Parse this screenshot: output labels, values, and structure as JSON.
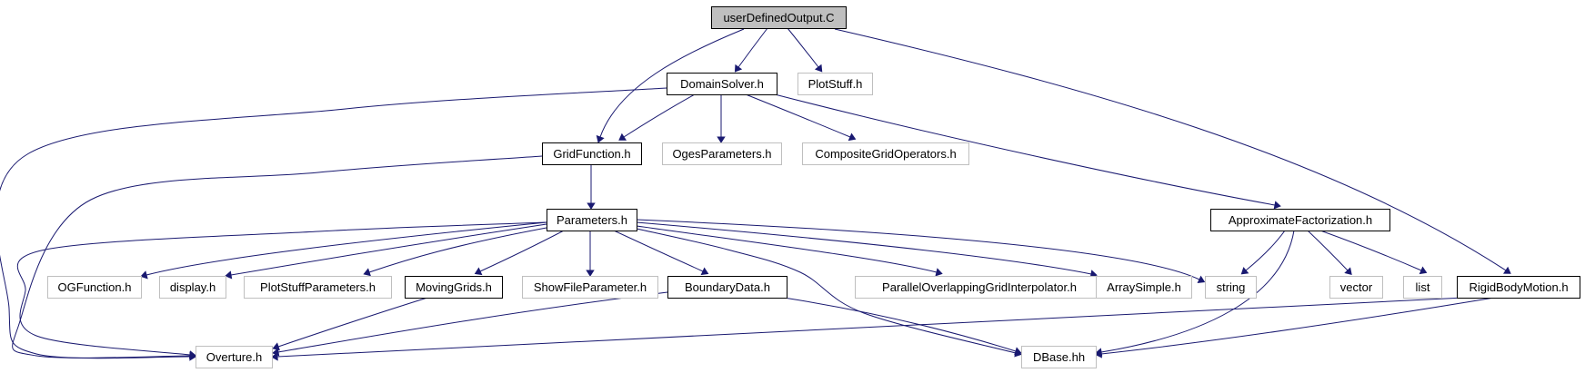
{
  "diagram": {
    "nodes": [
      {
        "id": "userDefinedOutput",
        "label": "userDefinedOutput.C",
        "style": "root"
      },
      {
        "id": "DomainSolver",
        "label": "DomainSolver.h",
        "style": "doc"
      },
      {
        "id": "PlotStuff",
        "label": "PlotStuff.h",
        "style": "ext"
      },
      {
        "id": "GridFunction",
        "label": "GridFunction.h",
        "style": "doc"
      },
      {
        "id": "OgesParameters",
        "label": "OgesParameters.h",
        "style": "ext"
      },
      {
        "id": "CompositeGridOperators",
        "label": "CompositeGridOperators.h",
        "style": "ext"
      },
      {
        "id": "Parameters",
        "label": "Parameters.h",
        "style": "doc"
      },
      {
        "id": "ApproximateFactorization",
        "label": "ApproximateFactorization.h",
        "style": "doc"
      },
      {
        "id": "OGFunction",
        "label": "OGFunction.h",
        "style": "ext"
      },
      {
        "id": "display",
        "label": "display.h",
        "style": "ext"
      },
      {
        "id": "PlotStuffParameters",
        "label": "PlotStuffParameters.h",
        "style": "ext"
      },
      {
        "id": "MovingGrids",
        "label": "MovingGrids.h",
        "style": "doc"
      },
      {
        "id": "ShowFileParameter",
        "label": "ShowFileParameter.h",
        "style": "ext"
      },
      {
        "id": "BoundaryData",
        "label": "BoundaryData.h",
        "style": "doc"
      },
      {
        "id": "ParallelOverlappingGridInterpolator",
        "label": "ParallelOverlappingGridInterpolator.h",
        "style": "ext"
      },
      {
        "id": "ArraySimple",
        "label": "ArraySimple.h",
        "style": "ext"
      },
      {
        "id": "string",
        "label": "string",
        "style": "ext"
      },
      {
        "id": "vector",
        "label": "vector",
        "style": "ext"
      },
      {
        "id": "list",
        "label": "list",
        "style": "ext"
      },
      {
        "id": "RigidBodyMotion",
        "label": "RigidBodyMotion.h",
        "style": "doc"
      },
      {
        "id": "Overture",
        "label": "Overture.h",
        "style": "ext"
      },
      {
        "id": "DBase",
        "label": "DBase.hh",
        "style": "ext"
      }
    ],
    "edges": [
      {
        "from": "userDefinedOutput",
        "to": "DomainSolver"
      },
      {
        "from": "userDefinedOutput",
        "to": "PlotStuff"
      },
      {
        "from": "userDefinedOutput",
        "to": "GridFunction"
      },
      {
        "from": "userDefinedOutput",
        "to": "RigidBodyMotion"
      },
      {
        "from": "DomainSolver",
        "to": "GridFunction"
      },
      {
        "from": "DomainSolver",
        "to": "OgesParameters"
      },
      {
        "from": "DomainSolver",
        "to": "CompositeGridOperators"
      },
      {
        "from": "DomainSolver",
        "to": "ApproximateFactorization"
      },
      {
        "from": "DomainSolver",
        "to": "Overture"
      },
      {
        "from": "GridFunction",
        "to": "Parameters"
      },
      {
        "from": "GridFunction",
        "to": "Overture"
      },
      {
        "from": "Parameters",
        "to": "Overture"
      },
      {
        "from": "Parameters",
        "to": "OGFunction"
      },
      {
        "from": "Parameters",
        "to": "display"
      },
      {
        "from": "Parameters",
        "to": "PlotStuffParameters"
      },
      {
        "from": "Parameters",
        "to": "MovingGrids"
      },
      {
        "from": "Parameters",
        "to": "ShowFileParameter"
      },
      {
        "from": "Parameters",
        "to": "BoundaryData"
      },
      {
        "from": "Parameters",
        "to": "ParallelOverlappingGridInterpolator"
      },
      {
        "from": "Parameters",
        "to": "ArraySimple"
      },
      {
        "from": "Parameters",
        "to": "string"
      },
      {
        "from": "Parameters",
        "to": "DBase"
      },
      {
        "from": "MovingGrids",
        "to": "Overture"
      },
      {
        "from": "BoundaryData",
        "to": "Overture"
      },
      {
        "from": "BoundaryData",
        "to": "DBase"
      },
      {
        "from": "ApproximateFactorization",
        "to": "string"
      },
      {
        "from": "ApproximateFactorization",
        "to": "vector"
      },
      {
        "from": "ApproximateFactorization",
        "to": "list"
      },
      {
        "from": "ApproximateFactorization",
        "to": "DBase"
      },
      {
        "from": "RigidBodyMotion",
        "to": "Overture"
      },
      {
        "from": "RigidBodyMotion",
        "to": "DBase"
      }
    ],
    "colors": {
      "edge": "#191970",
      "root_fill": "#bfbfbf",
      "doc_border": "#000000",
      "ext_border": "#bfbfbf"
    }
  }
}
